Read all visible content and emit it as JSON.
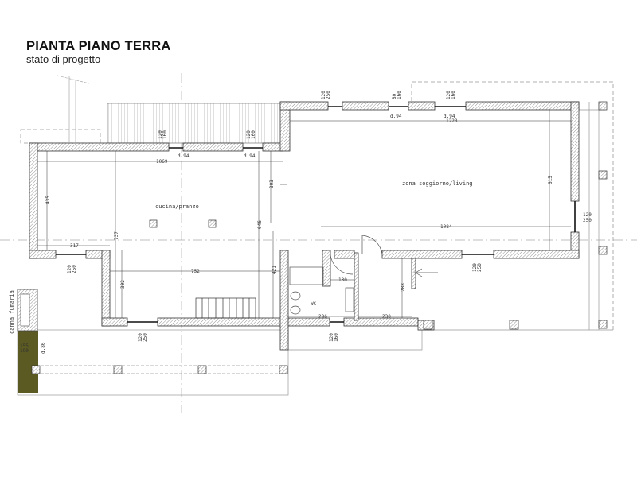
{
  "header": {
    "title": "PIANTA PIANO TERRA",
    "subtitle": "stato di progetto"
  },
  "rooms": {
    "kitchen": "cucina/pranzo",
    "living": "zona soggiorno/living",
    "wc": "WC",
    "chimney": "canna fumaria"
  },
  "dimensions": {
    "d1069": "1069",
    "d1228": "1228",
    "d1084": "1084",
    "d752": "752",
    "d317": "317",
    "d435": "435",
    "d737": "737",
    "d303": "303",
    "d646": "646",
    "d421": "421",
    "d302": "302",
    "d615": "615",
    "d130": "130",
    "d296": "296",
    "d230": "230",
    "d288": "288"
  },
  "windows": {
    "top_left_1": [
      "120",
      "160"
    ],
    "top_left_2": [
      "120",
      "160"
    ],
    "top_right_1": [
      "120",
      "250"
    ],
    "top_right_2": [
      "80",
      "160"
    ],
    "top_right_3": [
      "120",
      "160"
    ],
    "right_side": [
      "120",
      "250"
    ],
    "bottom_right": [
      "120",
      "250"
    ],
    "left_bottom_1": [
      "120",
      "250"
    ],
    "left_bottom_2": [
      "120",
      "250"
    ],
    "bath_bottom": [
      "120",
      "160"
    ],
    "chimney": [
      "155",
      "190"
    ]
  },
  "sills": {
    "d94": "d.94",
    "d86": "d.86"
  },
  "colors": {
    "wall_hatch": "#555555",
    "chimney_fill": "#5b5a22",
    "line": "#333333",
    "dashed": "#999999"
  }
}
